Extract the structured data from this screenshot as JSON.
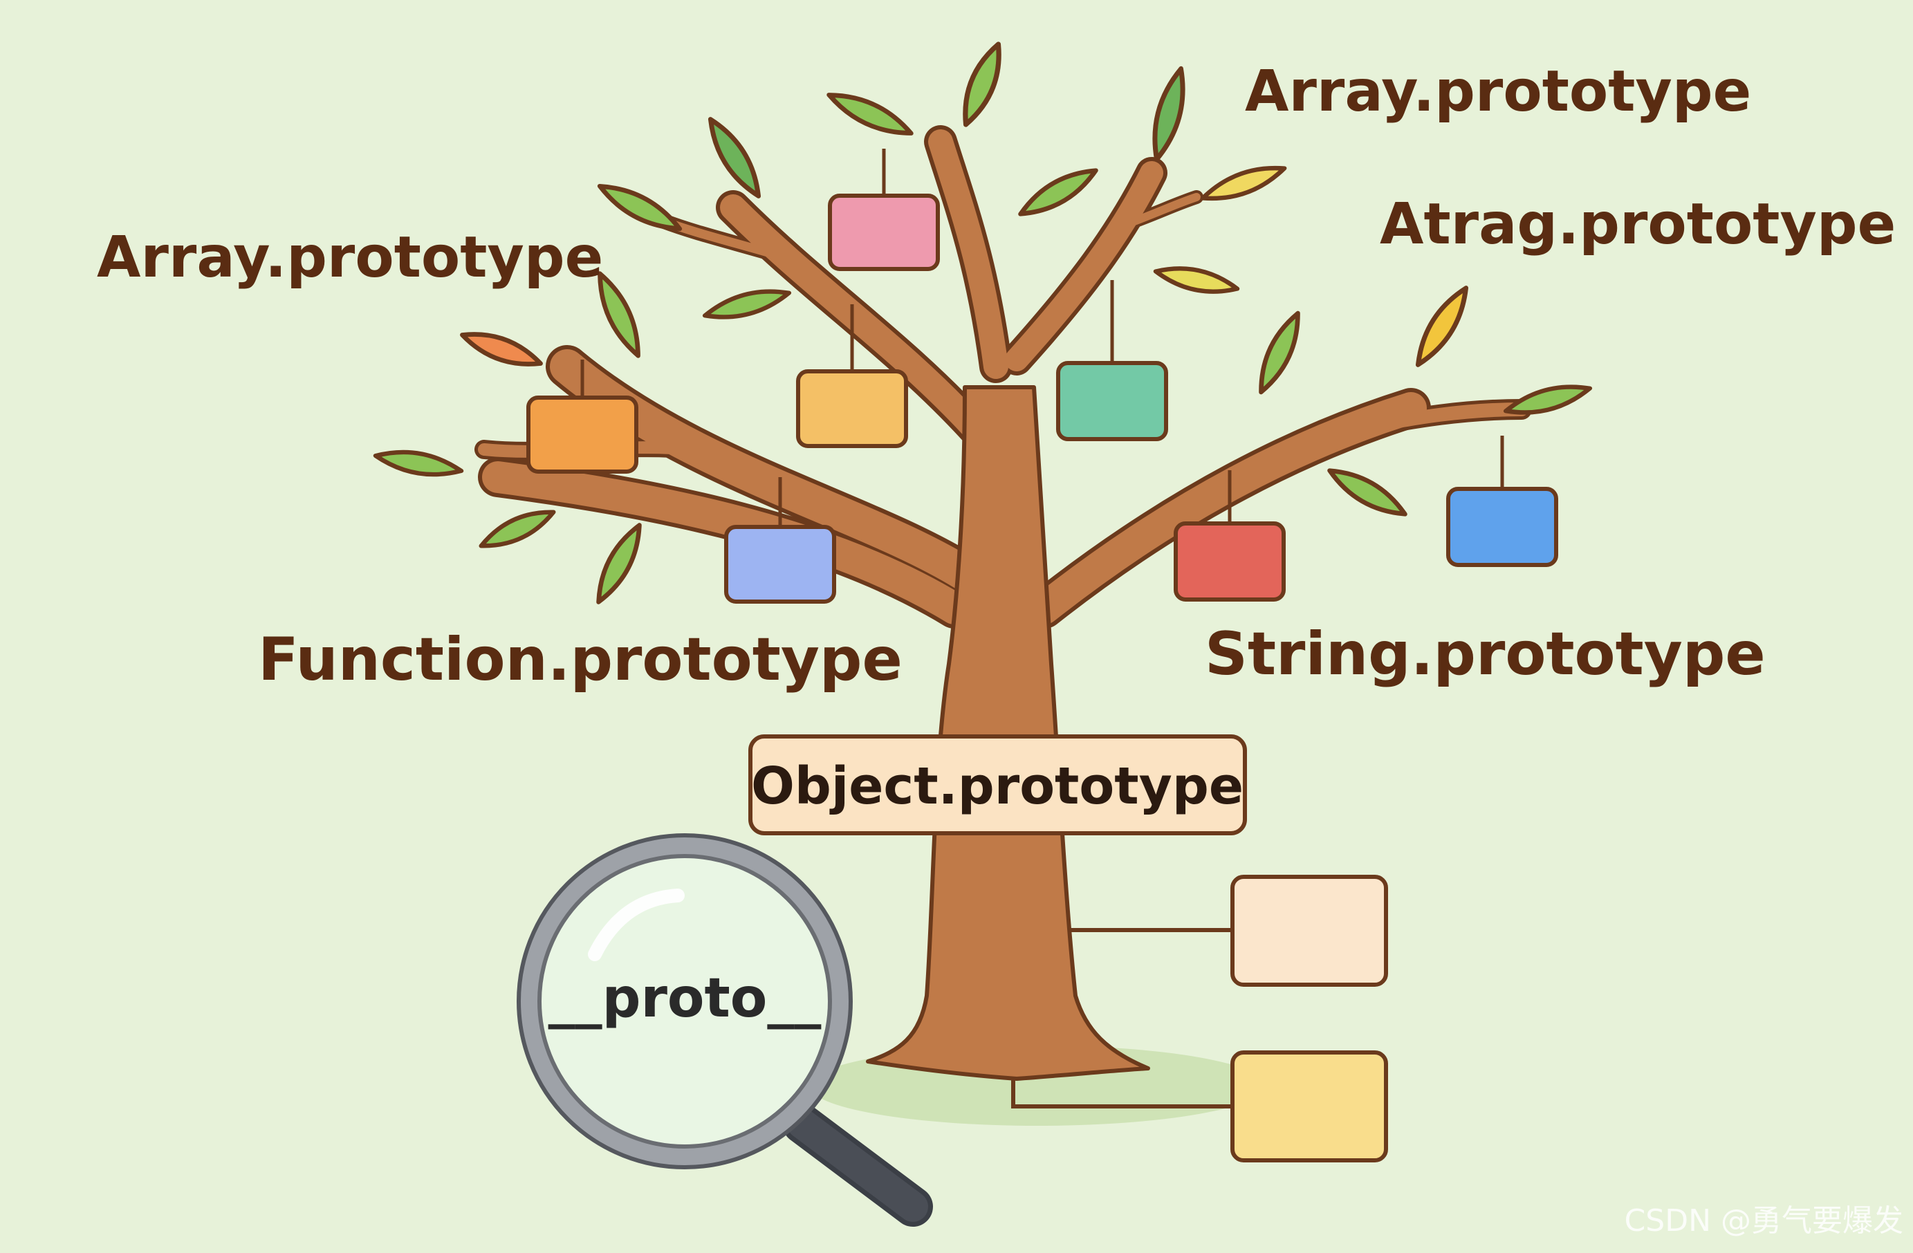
{
  "labels": {
    "top_right": "Array.prototype",
    "top_left": "Array.prototype",
    "mid_right": "Atrag.prototype",
    "bottom_left": "Function.prototype",
    "bottom_right": "String.prototype",
    "root": "Object.prototype",
    "magnifier": "__proto__"
  },
  "watermark": "CSDN @勇气要爆发",
  "colors": {
    "background": "#e7f2d9",
    "trunk": "#c07a48",
    "outline": "#6b3a1c",
    "leaf_green": "#8cc456",
    "leaf_dark_green": "#6db35a",
    "leaf_yellow": "#f0d860",
    "leaf_orange": "#ef8a4e",
    "box_pink": "#ee9aae",
    "box_orange": "#f2a049",
    "box_light_orange": "#f4c066",
    "box_teal": "#73c9a6",
    "box_periwinkle": "#9db4f2",
    "box_red": "#e3655a",
    "box_blue": "#5fa2ec",
    "box_cream": "#fbe6cc",
    "box_yellow": "#f9dd8c",
    "label_text": "#5a2c12"
  },
  "icons": [
    "magnifying-glass-icon"
  ]
}
